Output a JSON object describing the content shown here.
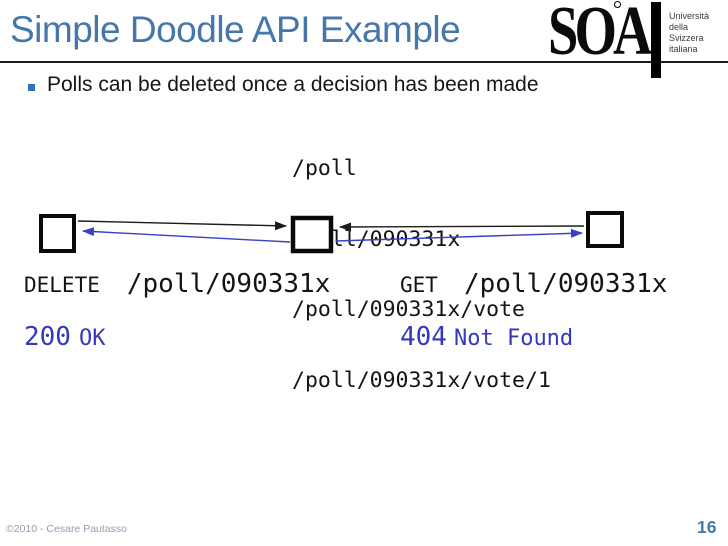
{
  "slide": {
    "title": "Simple Doodle API Example",
    "bullet_text": "Polls can be deleted once a decision has been made",
    "footer_copyright": "©2010 - Cesare Pautasso",
    "page_number": "16"
  },
  "logo": {
    "acronym": "SOA",
    "university_lines": [
      "Università",
      "della",
      "Svizzera",
      "italiana"
    ]
  },
  "code_listing": {
    "lines": [
      "/poll",
      "/poll/090331x",
      "/poll/090331x/vote",
      "/poll/090331x/vote/1"
    ]
  },
  "interactions": {
    "left": {
      "request_method": "DELETE",
      "request_path": "/poll/090331x",
      "response_code": "200",
      "response_text": "OK"
    },
    "right": {
      "request_method": "GET",
      "request_path": "/poll/090331x",
      "response_code": "404",
      "response_text": "Not Found"
    }
  },
  "colors": {
    "title_blue": "#4577AB",
    "bullet_blue": "#2E74B5",
    "status_indigo": "#3538BC",
    "arrow_blue": "#3A40C2",
    "arrow_black": "#1c1c1c",
    "footer_slate": "#8FA0B3"
  }
}
